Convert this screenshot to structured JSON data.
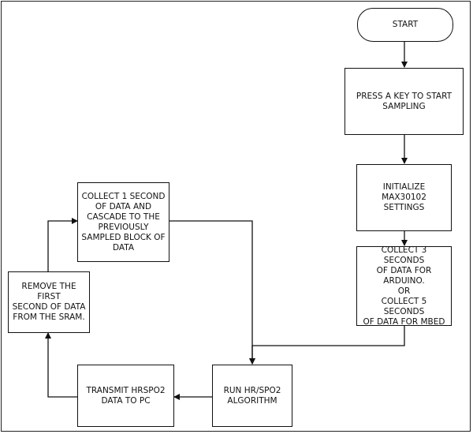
{
  "nodes": {
    "start": "START",
    "press_key": "PRESS A KEY TO START\nSAMPLING",
    "init_max": "INITIALIZE MAX30102\nSETTINGS",
    "collect_initial": "COLLECT 3 SECONDS\nOF DATA FOR\nARDUINO.\nOR\nCOLLECT 5 SECONDS\nOF DATA FOR MBED",
    "run_algorithm": "RUN HR/SPO2\nALGORITHM",
    "transmit": "TRANSMIT HRSPO2\nDATA TO PC",
    "remove_first": "REMOVE THE FIRST\nSECOND OF DATA\nFROM THE SRAM.",
    "collect_one": "COLLECT 1 SECOND\nOF DATA AND\nCASCADE TO THE\nPREVIOUSLY\nSAMPLED BLOCK OF\nDATA"
  },
  "colors": {
    "stroke": "#111111",
    "background": "#ffffff"
  }
}
